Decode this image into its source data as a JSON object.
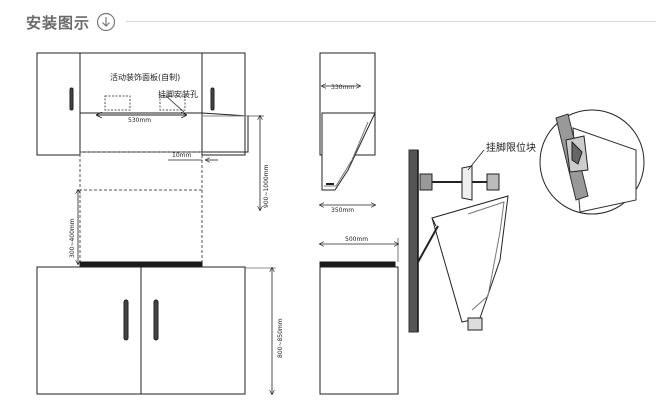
{
  "header": {
    "title": "安装图示",
    "icon": "circle-down-arrow-icon"
  },
  "front_view": {
    "panel_label": "活动装饰面板(自制)",
    "hole_label": "挂脚安装孔",
    "width_dim": "530mm",
    "gap_dim": "10mm",
    "height_dim_upper": "900~1000mm",
    "height_dim_mid": "300~400mm",
    "height_dim_lower": "800~850mm"
  },
  "side_view": {
    "top_depth_dim": "330mm",
    "hood_depth_dim": "350mm",
    "cabinet_depth_dim": "500mm"
  },
  "detail": {
    "bracket_label": "挂脚限位块"
  },
  "colors": {
    "line": "#222222",
    "title": "#6a6a6a",
    "divider": "#d9d9d9"
  }
}
